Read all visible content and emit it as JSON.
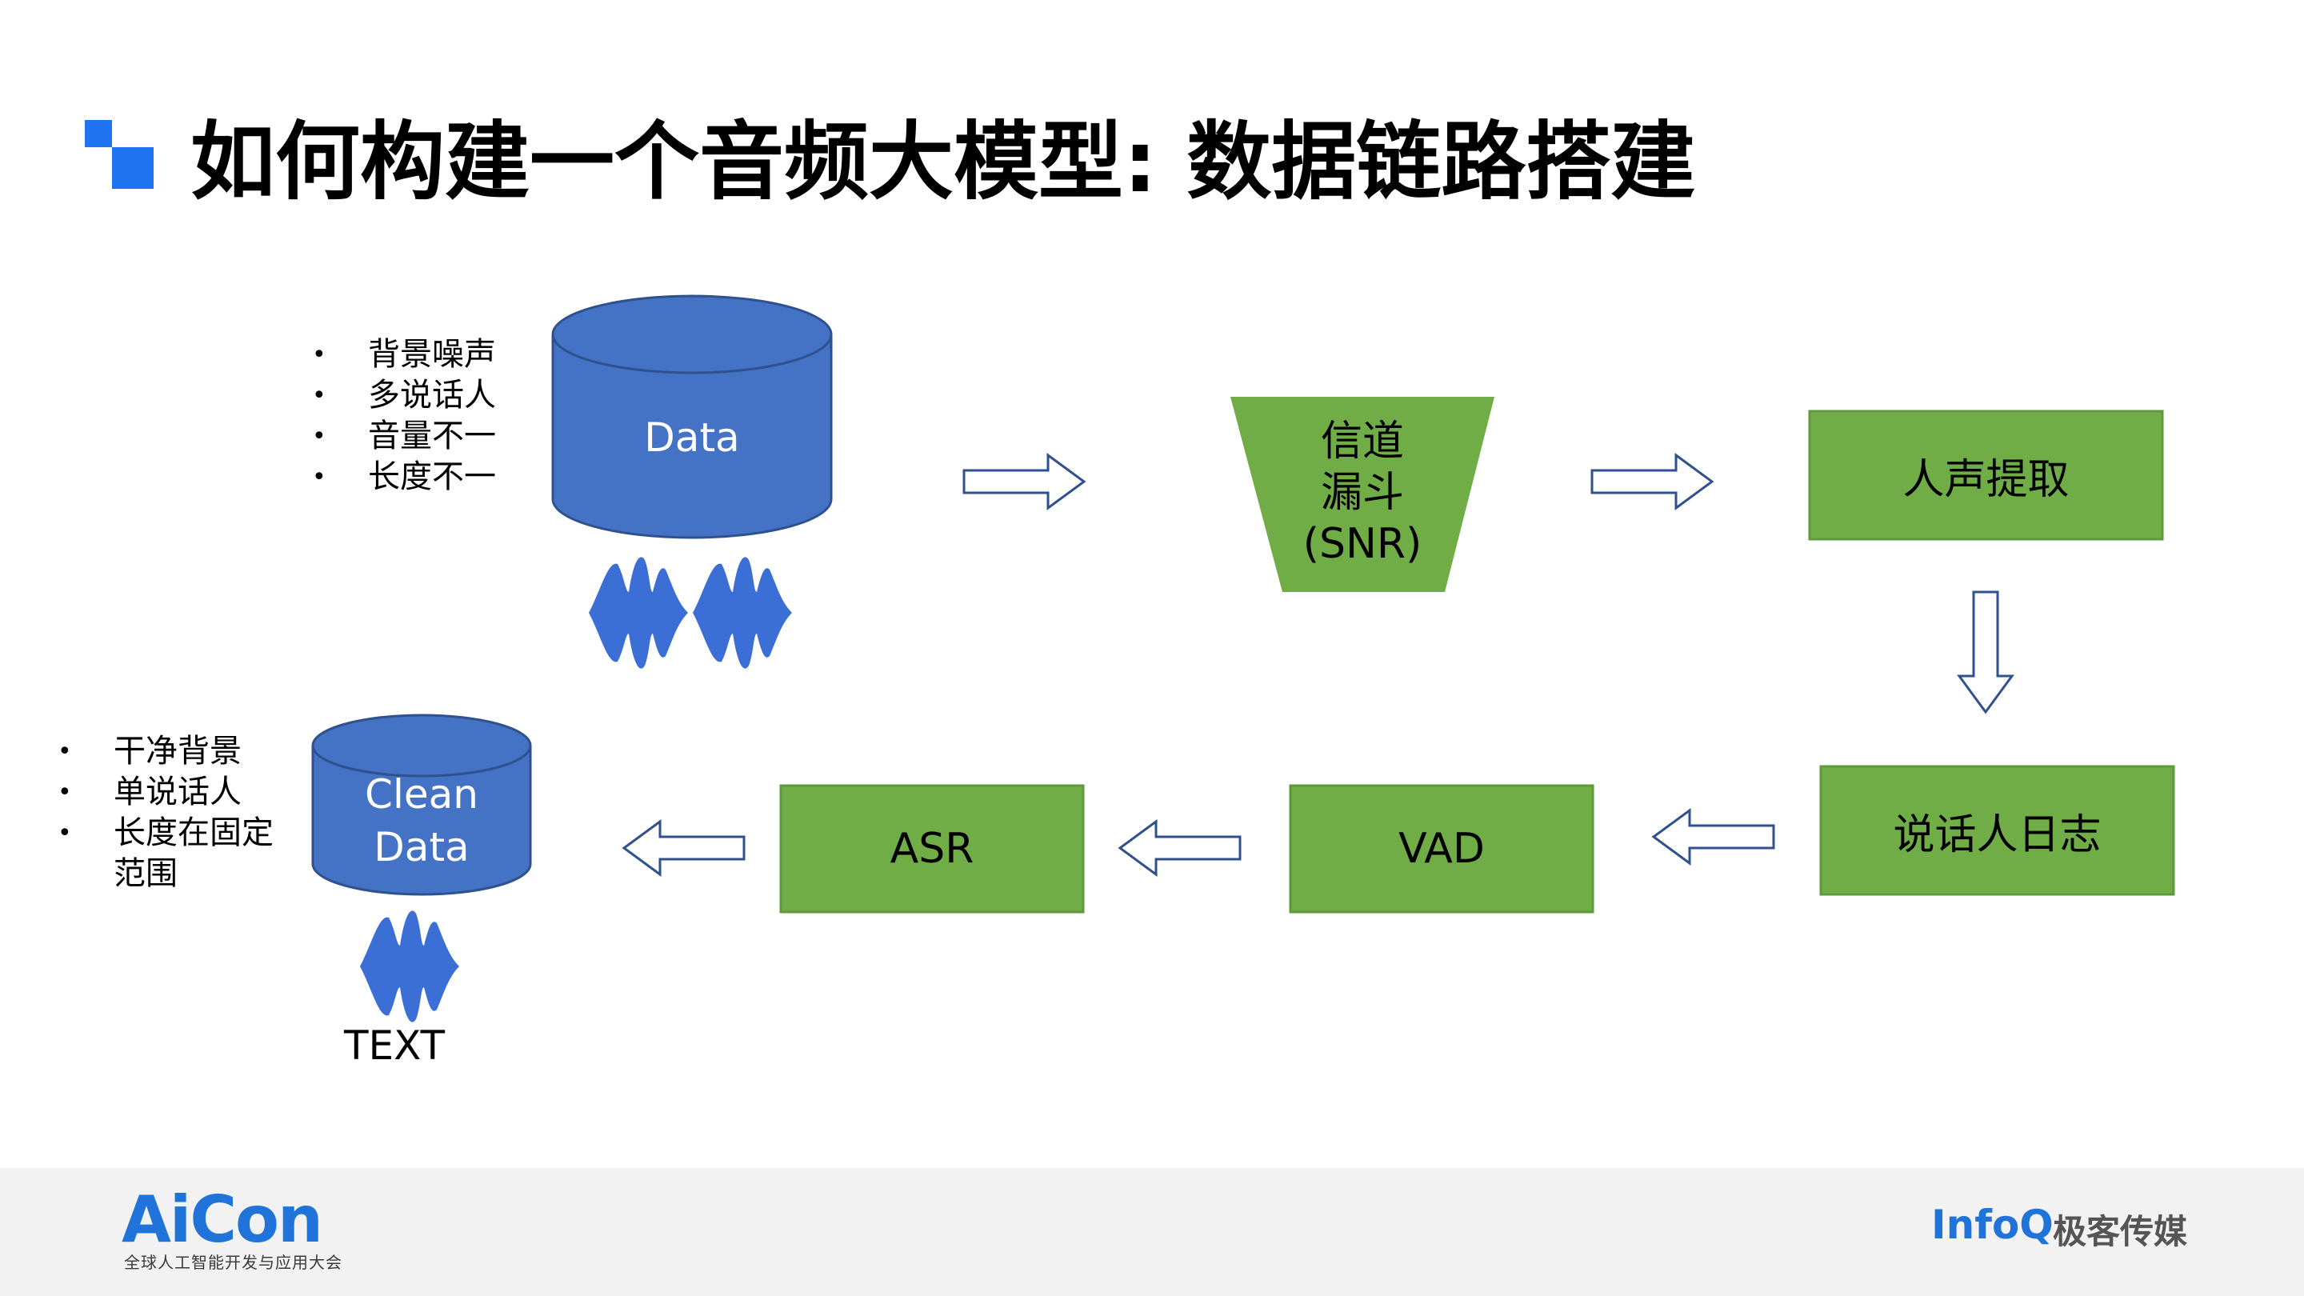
{
  "title": "如何构建一个音频大模型: 数据链路搭建",
  "colors": {
    "accent_blue": "#1f73f0",
    "cylinder_blue": "#4472c4",
    "cylinder_stroke": "#2f528f",
    "box_green": "#70ad47",
    "arrow_stroke": "#2f528f",
    "footer_blue": "#1f73d9"
  },
  "raw_data": {
    "label": "Data",
    "issues": [
      "背景噪声",
      "多说话人",
      "音量不一",
      "长度不一"
    ]
  },
  "nodes": {
    "channel_funnel": {
      "line1": "信道",
      "line2": "漏斗",
      "line3": "(SNR)"
    },
    "voice_extraction": "人声提取",
    "speaker_diarization": "说话人日志",
    "vad": "VAD",
    "asr": "ASR"
  },
  "clean_data": {
    "line1": "Clean",
    "line2": "Data",
    "properties": [
      "干净背景",
      "单说话人",
      "长度在固定",
      "范围"
    ],
    "caption": "TEXT"
  },
  "footer": {
    "left_brand": "AiCon",
    "left_tagline": "全球人工智能开发与应用大会",
    "right_brand": "InfoQ",
    "right_tagline": "极客传媒"
  }
}
